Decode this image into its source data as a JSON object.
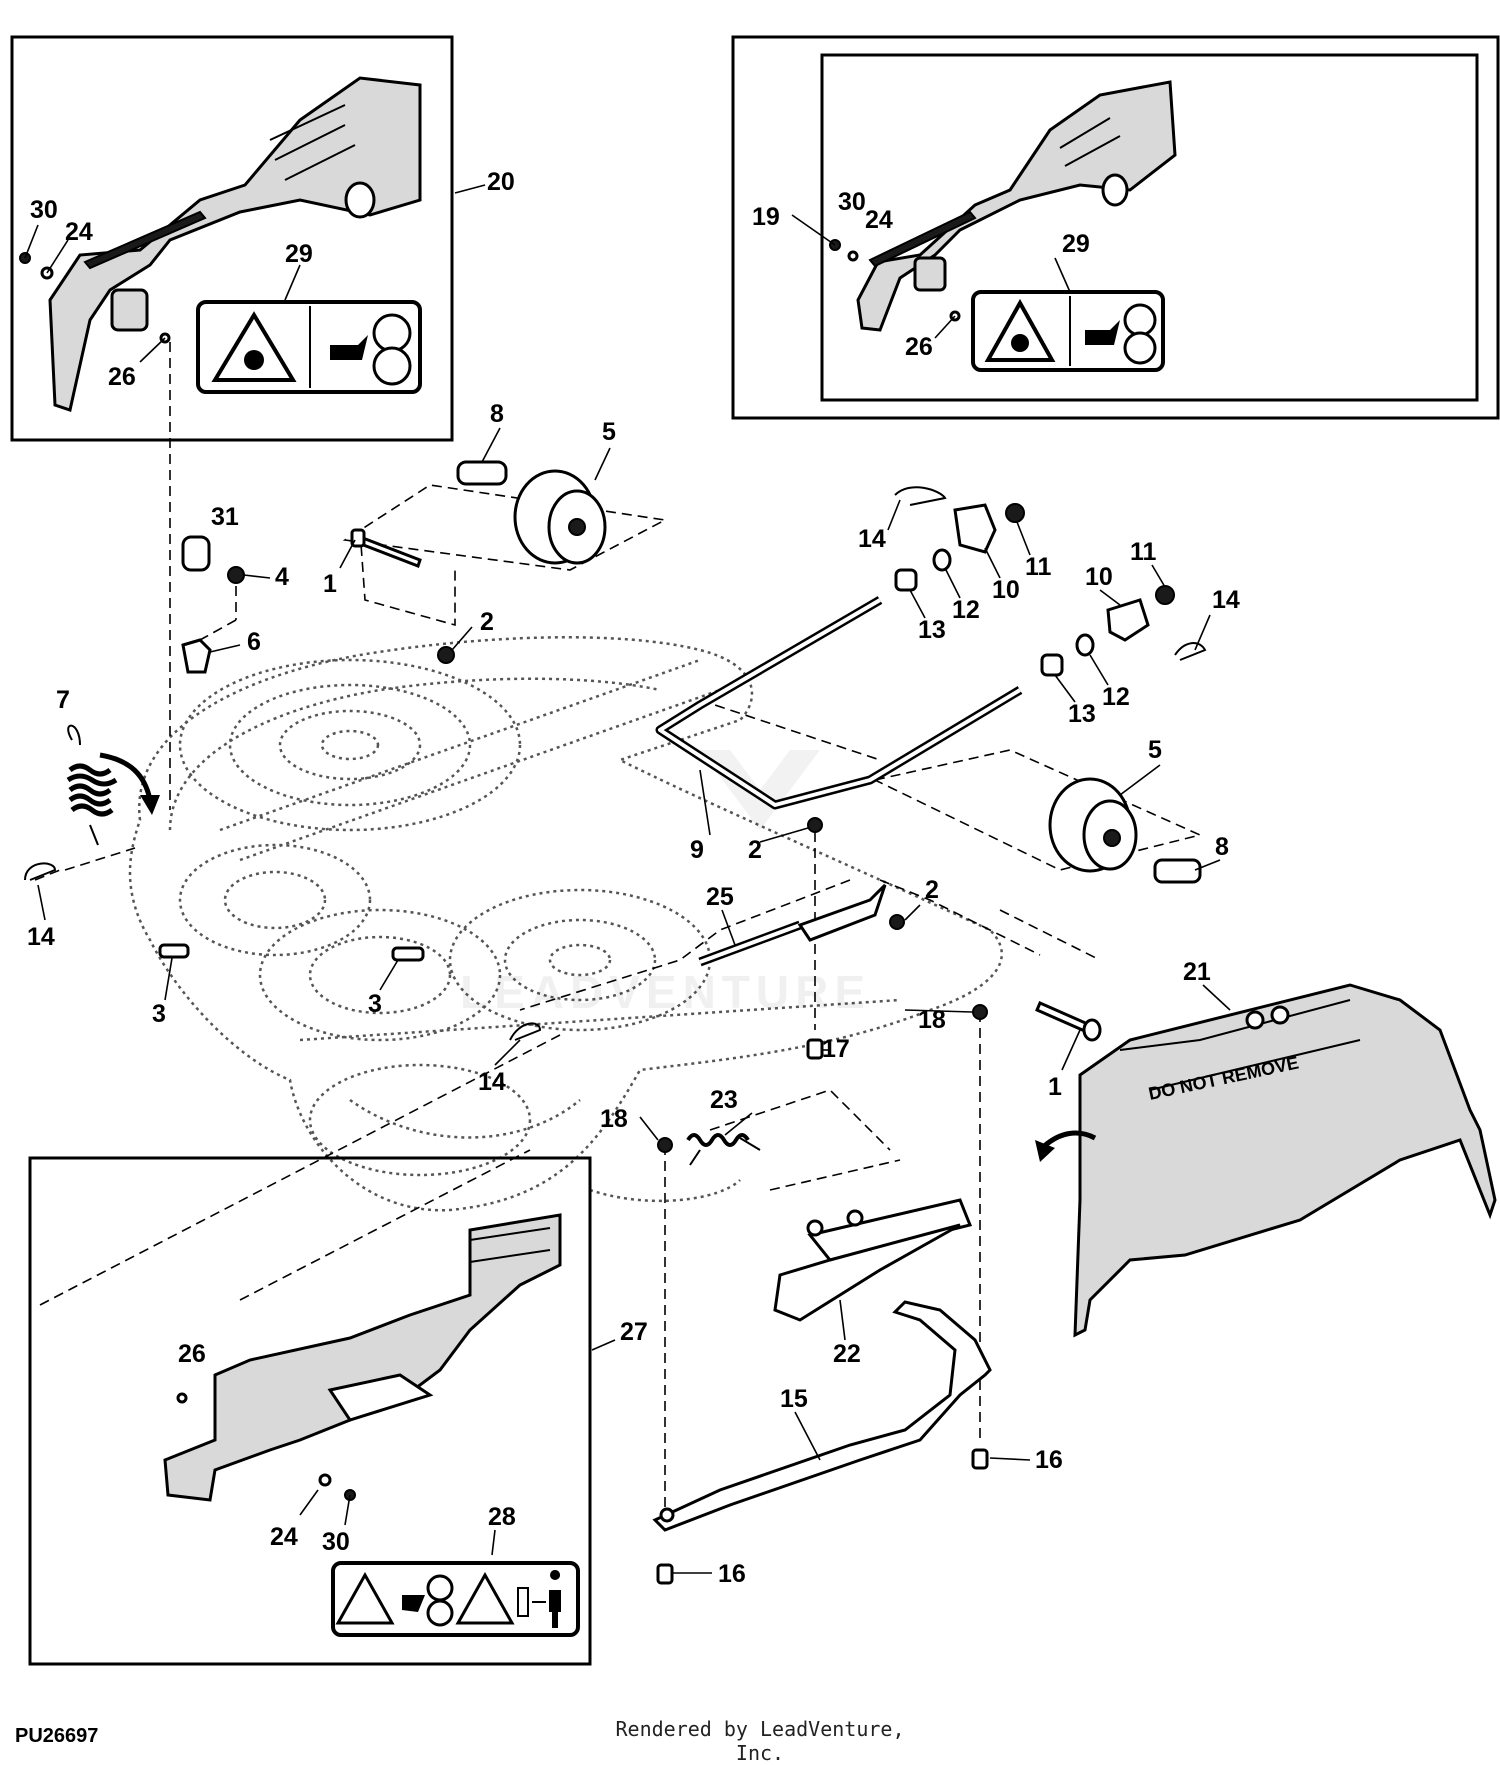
{
  "diagram_code": "PU26697",
  "rendered_by": "Rendered by LeadVenture, Inc.",
  "watermark": "LEADVENTURE",
  "decal_21_text": "DO NOT REMOVE",
  "callouts": {
    "c1a": "1",
    "c1b": "1",
    "c2a": "2",
    "c2b": "2",
    "c2c": "2",
    "c3a": "3",
    "c3b": "3",
    "c4": "4",
    "c5a": "5",
    "c5b": "5",
    "c6": "6",
    "c7": "7",
    "c8a": "8",
    "c8b": "8",
    "c9": "9",
    "c10a": "10",
    "c10b": "10",
    "c11a": "11",
    "c11b": "11",
    "c12a": "12",
    "c12b": "12",
    "c13a": "13",
    "c13b": "13",
    "c14a": "14",
    "c14b": "14",
    "c14c": "14",
    "c14d": "14",
    "c15": "15",
    "c16a": "16",
    "c16b": "16",
    "c17": "17",
    "c18a": "18",
    "c18b": "18",
    "c19": "19",
    "c20": "20",
    "c21": "21",
    "c22": "22",
    "c23": "23",
    "c24a": "24",
    "c24b": "24",
    "c24c": "24",
    "c25": "25",
    "c26a": "26",
    "c26b": "26",
    "c26c": "26",
    "c27": "27",
    "c28": "28",
    "c29a": "29",
    "c29b": "29",
    "c30a": "30",
    "c30b": "30",
    "c30c": "30",
    "c31": "31"
  },
  "icons": [
    "warning-triangle-icon",
    "hand-hazard-icon",
    "blade-hazard-icon",
    "person-distance-icon",
    "curved-arrow-icon"
  ]
}
